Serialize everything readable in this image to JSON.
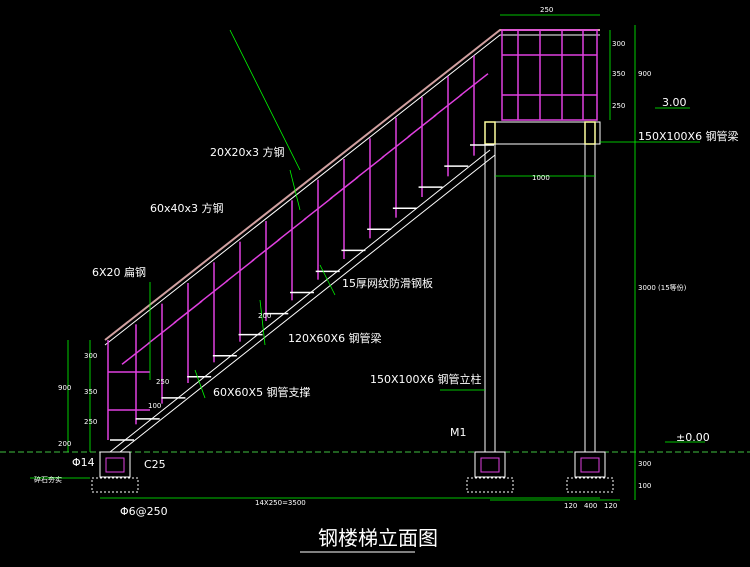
{
  "title": "钢楼梯立面图",
  "labels": {
    "square_tube_20": "20X20x3 方钢",
    "square_tube_60": "60x40x3 方钢",
    "flat_steel": "6X20 扁钢",
    "tread_plate": "15厚网纹防滑钢板",
    "stringer_beam": "120X60X6  钢管梁",
    "support_beam": "60X60X5  钢管支撑",
    "column": "150X100X6  钢管立柱",
    "top_beam": "150X100X6 钢管梁",
    "m1": "M1",
    "phi14": "Φ14",
    "c25": "C25",
    "ground_note": "碎石夯实",
    "rebar": "Φ6@250",
    "elev_top": "3.00",
    "elev_ground": "±0.00"
  },
  "dims": {
    "top_250": "250",
    "top_1000": "1000",
    "total_run": "14X250=3500",
    "tread_250": "250",
    "riser_200": "200",
    "rail_100": "100",
    "right_300": "300",
    "right_350": "350",
    "right_250": "250",
    "right_900": "900",
    "right_3000": "3000 (15等份)",
    "right_300b": "300",
    "right_100": "100",
    "left_300": "300",
    "left_350": "350",
    "left_250": "250",
    "left_900": "900",
    "left_200": "200",
    "base_120a": "120",
    "base_400": "400",
    "base_120b": "120"
  },
  "colors": {
    "rail": "#e040e0",
    "steel": "#ffffff",
    "post": "#ffffa0",
    "leader": "#00ff00",
    "dim": "#00ff00",
    "ground": "#40c040"
  }
}
